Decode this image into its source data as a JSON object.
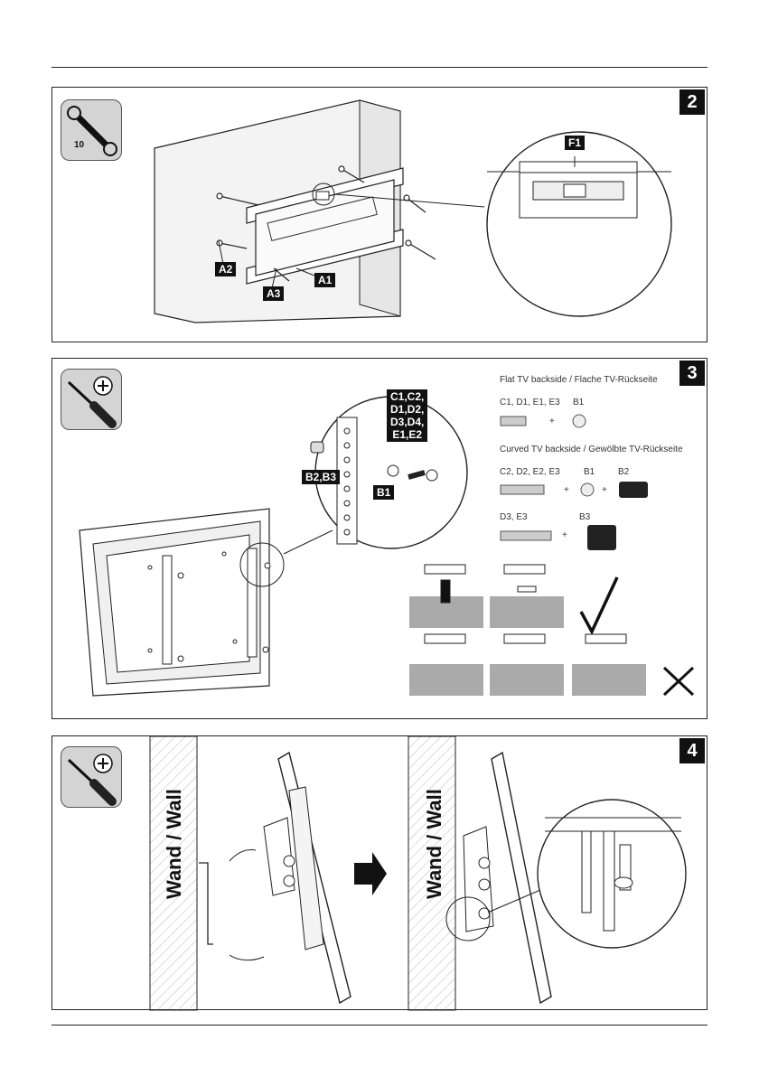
{
  "steps": [
    {
      "number": "2",
      "tool_text": "10",
      "labels": {
        "f1": "F1",
        "a2": "A2",
        "a3": "A3",
        "a1": "A1"
      }
    },
    {
      "number": "3",
      "labels": {
        "c_d_e": "C1,C2,\nD1,D2,\nD3,D4,\nE1,E2",
        "b2b3": "B2,B3",
        "b1": "B1"
      }
    },
    {
      "number": "4"
    }
  ],
  "parts": {
    "flat_title": "Flat TV backside / Flache TV-Rückseite",
    "flat_row": {
      "left": "C1, D1, E1, E3",
      "right": "B1"
    },
    "curved_title": "Curved TV backside / Gewölbte TV-Rückseite",
    "curved_row1": {
      "left": "C2, D2, E2, E3",
      "mid": "B1",
      "right": "B2"
    },
    "curved_row2": {
      "left": "D3, E3",
      "right": "B3"
    },
    "plus": "+"
  },
  "wall_label": "Wand / Wall"
}
